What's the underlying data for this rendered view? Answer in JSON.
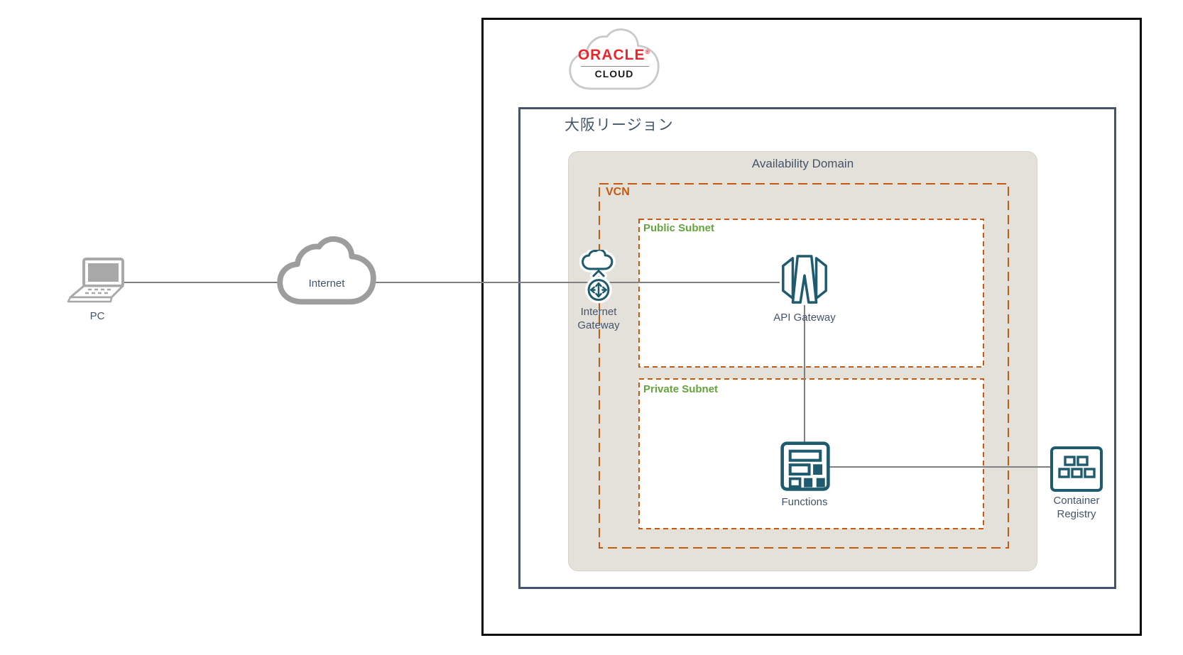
{
  "logo": {
    "brand": "ORACLE",
    "registered_mark": "®",
    "product": "CLOUD"
  },
  "region": {
    "label": "大阪リージョン"
  },
  "availability_domain": {
    "label": "Availability Domain"
  },
  "vcn": {
    "label": "VCN"
  },
  "subnets": {
    "public": {
      "label": "Public Subnet"
    },
    "private": {
      "label": "Private Subnet"
    }
  },
  "nodes": {
    "pc": {
      "label": "PC"
    },
    "internet": {
      "label": "Internet"
    },
    "internet_gateway": {
      "label_line1": "Internet",
      "label_line2": "Gateway"
    },
    "api_gateway": {
      "label": "API Gateway"
    },
    "functions": {
      "label": "Functions"
    },
    "container_registry": {
      "label_line1": "Container",
      "label_line2": "Registry"
    }
  },
  "connections": [
    {
      "from": "pc",
      "to": "internet"
    },
    {
      "from": "internet",
      "to": "api-gateway",
      "via": "internet-gateway"
    },
    {
      "from": "api-gateway",
      "to": "functions"
    },
    {
      "from": "functions",
      "to": "container-registry"
    }
  ],
  "colors": {
    "icon_teal": "#1F5B6E",
    "text_slate": "#44546A",
    "vcn_orange": "#C45911",
    "subnet_green": "#63A43C",
    "availability_domain_fill": "#E4E1DB",
    "region_border": "#44546A",
    "outer_border": "#000000",
    "connector_gray": "#808080",
    "oracle_red": "#E8262D",
    "cloud_gray": "#9D9D9D"
  }
}
